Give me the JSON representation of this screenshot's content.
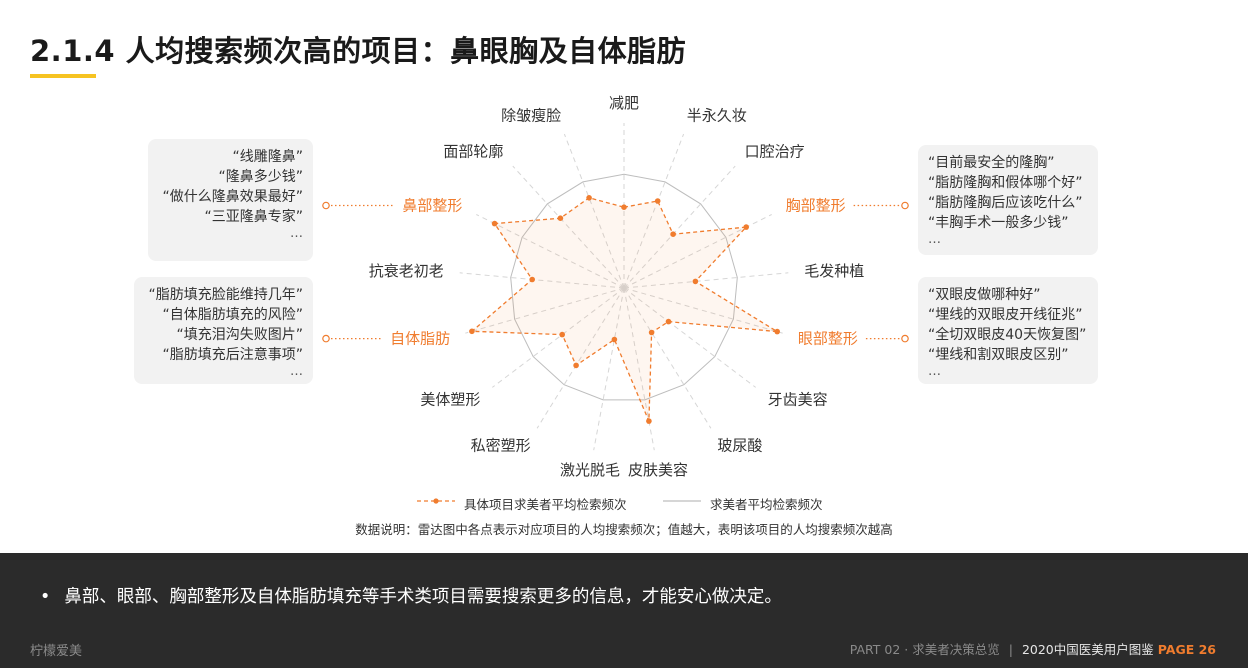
{
  "header": {
    "title": "2.1.4 人均搜索频次高的项目：鼻眼胸及自体脂肪"
  },
  "colors": {
    "accent": "#f07c2e",
    "title_bar": "#f6c321",
    "average_line": "#bdbdbd",
    "dark_band": "#2b2b2b"
  },
  "chart_data": {
    "type": "radar",
    "categories": [
      "减肥",
      "半永久妆",
      "口腔治疗",
      "胸部整形",
      "毛发种植",
      "眼部整形",
      "牙齿美容",
      "玻尿酸",
      "皮肤美容",
      "激光脱毛",
      "私密塑形",
      "美体塑形",
      "自体脂肪",
      "抗衰老初老",
      "鼻部整形",
      "面部轮廓",
      "除皱瘦脸"
    ],
    "highlighted": [
      "胸部整形",
      "眼部整形",
      "自体脂肪",
      "鼻部整形"
    ],
    "series": [
      {
        "name": "具体项目求美者平均检索频次",
        "style": "orange dashed with dots",
        "values": [
          0.71,
          0.82,
          0.64,
          1.2,
          0.63,
          1.4,
          0.49,
          0.46,
          1.19,
          0.46,
          0.8,
          0.68,
          1.39,
          0.81,
          1.27,
          0.83,
          0.85
        ]
      },
      {
        "name": "求美者平均检索频次",
        "style": "gray solid",
        "values": [
          1,
          1,
          1,
          1,
          1,
          1,
          1,
          1,
          1,
          1,
          1,
          1,
          1,
          1,
          1,
          1,
          1
        ]
      }
    ],
    "radial_range": [
      0,
      1.45
    ],
    "grid": "spokes only",
    "legend_position": "bottom"
  },
  "callouts": {
    "nose": {
      "queries": [
        "“线雕隆鼻”",
        "“隆鼻多少钱”",
        "“做什么隆鼻效果最好”",
        "“三亚隆鼻专家”"
      ],
      "more": "…"
    },
    "fat": {
      "queries": [
        "“脂肪填充脸能维持几年”",
        "“自体脂肪填充的风险”",
        "“填充泪沟失败图片”",
        "“脂肪填充后注意事项”"
      ],
      "more": "…"
    },
    "chest": {
      "queries": [
        "“目前最安全的隆胸”",
        "“脂肪隆胸和假体哪个好”",
        "“脂肪隆胸后应该吃什么”",
        "“丰胸手术一般多少钱”"
      ],
      "more": "…"
    },
    "eye": {
      "queries": [
        "“双眼皮做哪种好”",
        "“埋线的双眼皮开线征兆”",
        "“全切双眼皮40天恢复图”",
        "“埋线和割双眼皮区别”"
      ],
      "more": "…"
    }
  },
  "legend": {
    "series1": "具体项目求美者平均检索频次",
    "series2": "求美者平均检索频次"
  },
  "note": "数据说明：雷达图中各点表示对应项目的人均搜索频次；值越大，表明该项目的人均搜索频次越高",
  "conclusion": {
    "bullet": "•",
    "text": "鼻部、眼部、胸部整形及自体脂肪填充等手术类项目需要搜索更多的信息，才能安心做决定。"
  },
  "footer": {
    "brand": "柠檬爱美",
    "part": "PART 02 · 求美者决策总览",
    "sep": "|",
    "report": "2020中国医美用户图鉴",
    "page": "PAGE 26"
  }
}
